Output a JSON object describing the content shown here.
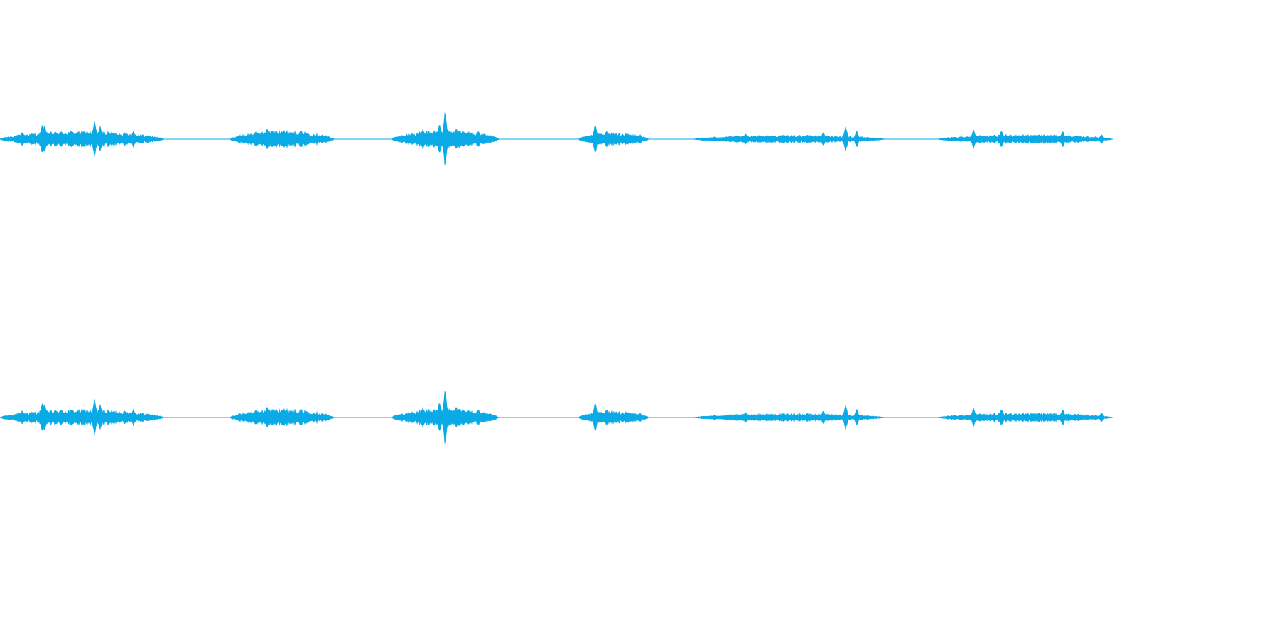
{
  "waveform": {
    "color": "#0AAAE6",
    "background": "#FFFFFF",
    "channels": [
      {
        "name": "channel-top"
      },
      {
        "name": "channel-bottom"
      }
    ],
    "duration_fraction_drawn": 0.87,
    "segments": [
      {
        "start": 0.0,
        "end": 0.147,
        "level": 0.28,
        "peaks": [
          [
            0.038,
            0.55
          ],
          [
            0.04,
            0.5
          ],
          [
            0.085,
            0.65
          ],
          [
            0.09,
            0.45
          ],
          [
            0.02,
            0.25
          ],
          [
            0.12,
            0.3
          ]
        ]
      },
      {
        "start": 0.207,
        "end": 0.3,
        "level": 0.3,
        "peaks": [
          [
            0.24,
            0.4
          ],
          [
            0.255,
            0.38
          ],
          [
            0.27,
            0.3
          ]
        ]
      },
      {
        "start": 0.352,
        "end": 0.448,
        "level": 0.3,
        "peaks": [
          [
            0.4,
            1.0
          ],
          [
            0.395,
            0.55
          ],
          [
            0.41,
            0.4
          ],
          [
            0.43,
            0.3
          ],
          [
            0.38,
            0.35
          ]
        ]
      },
      {
        "start": 0.52,
        "end": 0.583,
        "level": 0.22,
        "peaks": [
          [
            0.535,
            0.55
          ],
          [
            0.545,
            0.3
          ],
          [
            0.575,
            0.18
          ]
        ]
      },
      {
        "start": 0.623,
        "end": 0.795,
        "level": 0.14,
        "peaks": [
          [
            0.67,
            0.2
          ],
          [
            0.74,
            0.25
          ],
          [
            0.76,
            0.45
          ],
          [
            0.77,
            0.3
          ]
        ]
      },
      {
        "start": 0.843,
        "end": 1.0,
        "level": 0.16,
        "peaks": [
          [
            0.875,
            0.35
          ],
          [
            0.9,
            0.3
          ],
          [
            0.955,
            0.32
          ],
          [
            0.99,
            0.18
          ]
        ]
      }
    ]
  }
}
